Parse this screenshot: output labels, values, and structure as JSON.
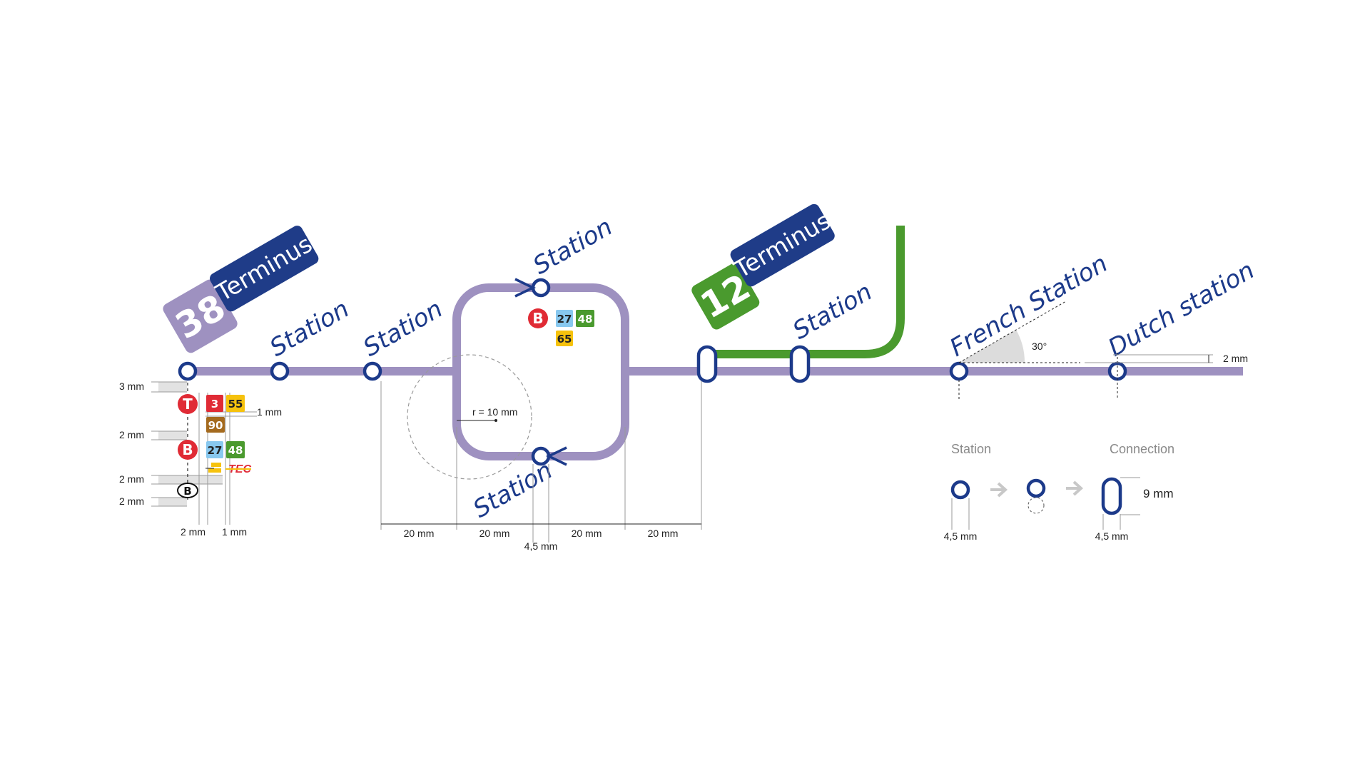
{
  "colors": {
    "line_purple": "#9e91c0",
    "line_green": "#4a9a2e",
    "station_blue": "#1c3a8a",
    "terminus_blue": "#1f3c88",
    "badge_red": "#e02b35",
    "badge_lightblue": "#88c8ef",
    "badge_green": "#4a9a2e",
    "badge_yellow": "#f6c20d",
    "badge_brown": "#a46a1e",
    "badge_purple": "#9e91c0",
    "gray_guide": "#c8c8c8"
  },
  "terminus_left": {
    "line_number": "38",
    "label": "Terminus"
  },
  "terminus_right": {
    "line_number": "12",
    "label": "Terminus"
  },
  "stations": {
    "s1": "Station",
    "s2": "Station",
    "loop_top": "Station",
    "loop_bottom": "Station",
    "green_branch": "Station",
    "french": "French Station",
    "dutch": "Dutch station"
  },
  "badges": {
    "left_tram": {
      "letter": "T",
      "lines": [
        "3",
        "55",
        "90"
      ]
    },
    "left_bus": {
      "letter": "B",
      "lines": [
        "27",
        "48"
      ]
    },
    "tec": "TEC",
    "sncb": "B",
    "loop_bus": {
      "letter": "B",
      "lines": [
        "27",
        "48",
        "65"
      ]
    }
  },
  "dimensions": {
    "d_3mm": "3 mm",
    "d_1mm_badges": "1 mm",
    "d_2mm_a": "2 mm",
    "d_2mm_b": "2 mm",
    "d_2mm_c": "2 mm",
    "d_2mm_bottom": "2 mm",
    "d_1mm_bottom": "1 mm",
    "d_20mm_a": "20 mm",
    "d_20mm_b": "20 mm",
    "d_20mm_c": "20 mm",
    "d_20mm_d": "20 mm",
    "d_45mm_loop": "4,5 mm",
    "radius": "r = 10 mm",
    "angle": "30°",
    "d_2mm_right": "2 mm"
  },
  "legend": {
    "station_title": "Station",
    "connection_title": "Connection",
    "station_size": "4,5 mm",
    "connection_width": "4,5 mm",
    "connection_height": "9 mm"
  }
}
